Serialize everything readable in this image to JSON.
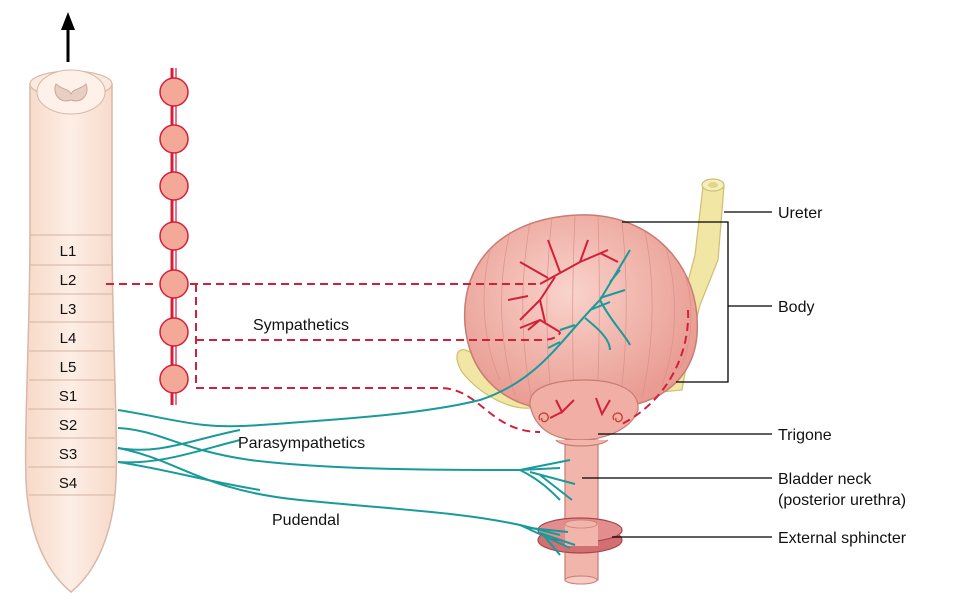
{
  "spinal_segments": [
    "L1",
    "L2",
    "L3",
    "L4",
    "L5",
    "S1",
    "S2",
    "S3",
    "S4"
  ],
  "nerves": {
    "sympathetics": "Sympathetics",
    "parasympathetics": "Parasympathetics",
    "pudendal": "Pudendal"
  },
  "structures": {
    "ureter": "Ureter",
    "body": "Body",
    "trigone": "Trigone",
    "bladder_neck_line1": "Bladder neck",
    "bladder_neck_line2": "(posterior urethra)",
    "external_sphincter": "External sphincter"
  },
  "colors": {
    "sympathetic": "#d3203a",
    "parasympathetic": "#1a9a9a",
    "cord_fill": "#fbe3d6",
    "bladder_fill": "#f1b5ad",
    "ureter_fill": "#f1e6a3"
  }
}
